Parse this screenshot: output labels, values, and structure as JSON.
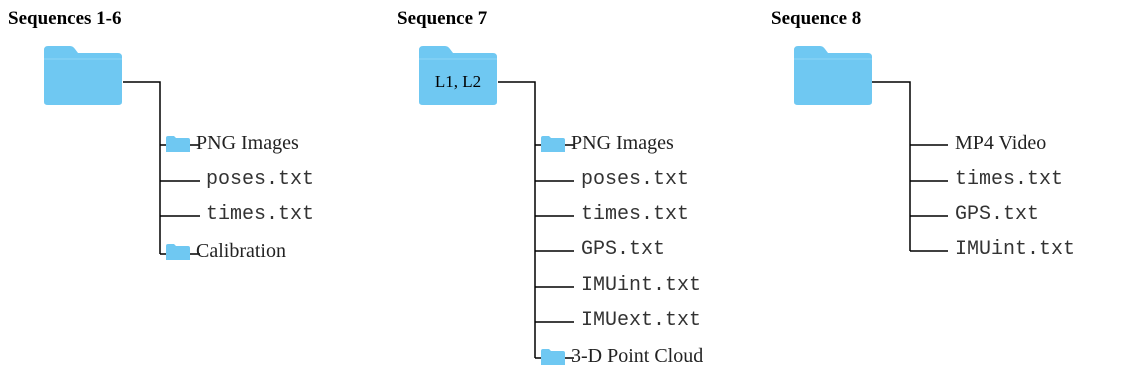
{
  "folder_color": "#6fc8f2",
  "folder_tab_color": "#6fc8f2",
  "line_color": "#000000",
  "columns": [
    {
      "title": "Sequences 1-6",
      "folder_label": "",
      "items": [
        {
          "label": "PNG Images",
          "kind": "folder"
        },
        {
          "label": "poses.txt",
          "kind": "file"
        },
        {
          "label": "times.txt",
          "kind": "file"
        },
        {
          "label": "Calibration",
          "kind": "folder"
        }
      ]
    },
    {
      "title": "Sequence 7",
      "folder_label": "L1, L2",
      "items": [
        {
          "label": "PNG Images",
          "kind": "folder"
        },
        {
          "label": "poses.txt",
          "kind": "file"
        },
        {
          "label": "times.txt",
          "kind": "file"
        },
        {
          "label": "GPS.txt",
          "kind": "file"
        },
        {
          "label": "IMUint.txt",
          "kind": "file"
        },
        {
          "label": "IMUext.txt",
          "kind": "file"
        },
        {
          "label": "3-D Point Cloud",
          "kind": "folder"
        }
      ]
    },
    {
      "title": "Sequence 8",
      "folder_label": "",
      "items": [
        {
          "label": "MP4 Video",
          "kind": "file-serif"
        },
        {
          "label": "times.txt",
          "kind": "file"
        },
        {
          "label": "GPS.txt",
          "kind": "file"
        },
        {
          "label": "IMUint.txt",
          "kind": "file"
        }
      ]
    }
  ]
}
